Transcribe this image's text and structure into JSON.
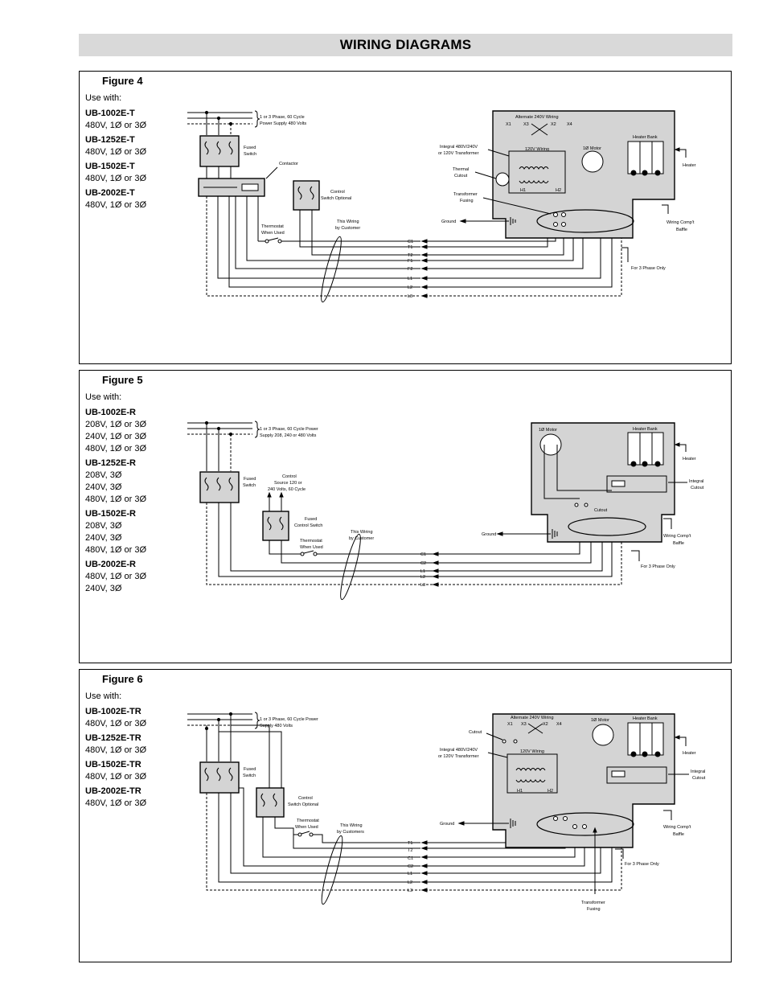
{
  "page_title": "WIRING DIAGRAMS",
  "figures": [
    {
      "title": "Figure 4",
      "use_with": "Use with:",
      "models": [
        {
          "name": "UB-1002E-T",
          "voltages": [
            "480V, 1Ø or 3Ø"
          ]
        },
        {
          "name": "UB-1252E-T",
          "voltages": [
            "480V, 1Ø or 3Ø"
          ]
        },
        {
          "name": "UB-1502E-T",
          "voltages": [
            "480V, 1Ø or 3Ø"
          ]
        },
        {
          "name": "UB-2002E-T",
          "voltages": [
            "480V, 1Ø or 3Ø"
          ]
        }
      ],
      "labels": {
        "supply_1": "1 or 3 Phase, 60 Cycle",
        "supply_2": "Power Supply 480 Volts",
        "fused_1": "Fused",
        "fused_2": "Switch",
        "contactor": "Contactor",
        "control_1": "Control",
        "control_2": "Switch Optional",
        "thermostat_1": "Thermostat",
        "thermostat_2": "When Used",
        "wiring_1": "This Wiring",
        "wiring_2": "by Customer",
        "alt_wiring": "Alternate 240V Wiring",
        "x1": "X1",
        "x2": "X2",
        "x3": "X3",
        "x4": "X4",
        "integral_1": "Integral 480V/240V",
        "integral_2": "or 120V Transformer",
        "wiring_120": "120V Wiring",
        "motor": "1Ø Motor",
        "thermal_1": "Thermal",
        "thermal_2": "Cutout",
        "h1": "H1",
        "h2": "H2",
        "transformer_1": "Transformer",
        "transformer_2": "Fusing",
        "ground": "Ground",
        "heater_bank": "Heater Bank",
        "heater": "Heater",
        "baffle_1": "Wiring Comp't",
        "baffle_2": "Baffle",
        "three_phase": "For 3 Phase Only"
      },
      "terminals": [
        "C1",
        "T1",
        "T2",
        "F1",
        "F2",
        "L1",
        "L2",
        "L3"
      ]
    },
    {
      "title": "Figure 5",
      "use_with": "Use with:",
      "models": [
        {
          "name": "UB-1002E-R",
          "voltages": [
            "208V, 1Ø or 3Ø",
            "240V, 1Ø or 3Ø",
            "480V, 1Ø or 3Ø"
          ]
        },
        {
          "name": "UB-1252E-R",
          "voltages": [
            "208V, 3Ø",
            "240V, 3Ø",
            "480V, 1Ø or 3Ø"
          ]
        },
        {
          "name": "UB-1502E-R",
          "voltages": [
            "208V, 3Ø",
            "240V, 3Ø",
            "480V, 1Ø or 3Ø"
          ]
        },
        {
          "name": "UB-2002E-R",
          "voltages": [
            "480V, 1Ø or 3Ø",
            "240V, 3Ø"
          ]
        }
      ],
      "labels": {
        "supply_1": "1 or 3 Phase, 60 Cycle Power",
        "supply_2": "Supply 208, 240 or 480 Volts",
        "fused_1": "Fused",
        "fused_2": "Switch",
        "source_1": "Control",
        "source_2": "Source 120 or",
        "source_3": "240 Volts, 60 Cycle",
        "fcs_1": "Fused",
        "fcs_2": "Control Switch",
        "thermostat_1": "Thermostat",
        "thermostat_2": "When Used",
        "wiring_1": "This Wiring",
        "wiring_2": "by Customer",
        "motor": "1Ø Motor",
        "heater_bank": "Heater Bank",
        "heater": "Heater",
        "integral_1": "Integral",
        "integral_2": "Cutout",
        "cutout": "Cutout",
        "ground": "Ground",
        "baffle_1": "Wiring Comp't",
        "baffle_2": "Baffle",
        "three_phase": "For 3 Phase Only"
      },
      "terminals": [
        "C1",
        "C2",
        "L1",
        "L2",
        "L3"
      ]
    },
    {
      "title": "Figure 6",
      "use_with": "Use with:",
      "models": [
        {
          "name": "UB-1002E-TR",
          "voltages": [
            "480V, 1Ø or 3Ø"
          ]
        },
        {
          "name": "UB-1252E-TR",
          "voltages": [
            "480V, 1Ø or 3Ø"
          ]
        },
        {
          "name": "UB-1502E-TR",
          "voltages": [
            "480V, 1Ø or 3Ø"
          ]
        },
        {
          "name": "UB-2002E-TR",
          "voltages": [
            "480V, 1Ø or 3Ø"
          ]
        }
      ],
      "labels": {
        "supply_1": "1 or 3 Phase, 60 Cycle Power",
        "supply_2": "Supply 480 Volts",
        "fused_1": "Fused",
        "fused_2": "Switch",
        "control_1": "Control",
        "control_2": "Switch Optional",
        "thermostat_1": "Thermostat",
        "thermostat_2": "When Used",
        "wiring_1": "This Wiring",
        "wiring_2": "by Customers",
        "alt_wiring": "Alternate 240V Wiring",
        "x1": "X1",
        "x2": "X2",
        "x3": "X3",
        "x4": "X4",
        "cutout": "Cutout",
        "integral_1": "Integral 480V/240V",
        "integral_2": "or 120V Transformer",
        "wiring_120": "120V Wiring",
        "motor": "1Ø Motor",
        "heater_bank": "Heater Bank",
        "heater": "Heater",
        "integral_cut_1": "Integral",
        "integral_cut_2": "Cutout",
        "h1": "H1",
        "h2": "H2",
        "ground": "Ground",
        "baffle_1": "Wiring Comp't",
        "baffle_2": "Baffle",
        "three_phase": "For 3 Phase Only",
        "transformer_1": "Transformer",
        "transformer_2": "Fusing"
      },
      "terminals": [
        "T1",
        "T2",
        "C1",
        "C2",
        "L1",
        "L2",
        "L3"
      ]
    }
  ],
  "colors": {
    "header_bg": "#d9d9d9",
    "box_fill": "#d4d4d4",
    "line": "#000000"
  }
}
